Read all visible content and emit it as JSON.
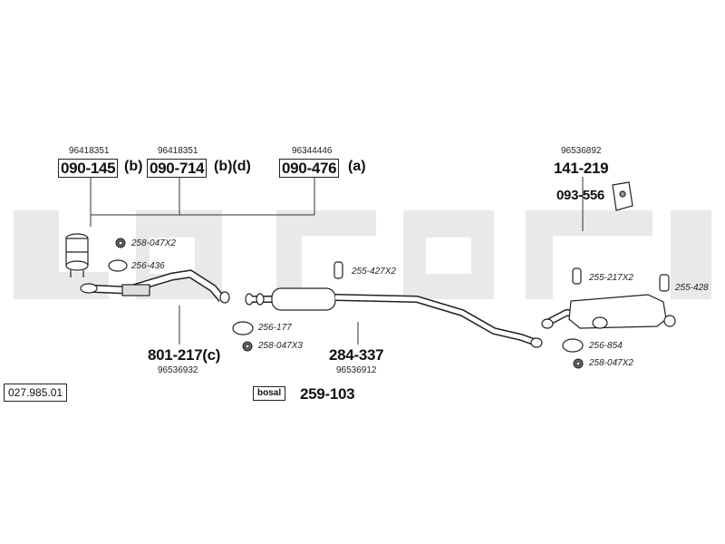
{
  "diagram_code": "027.985.01",
  "watermark": "bosal",
  "groups": {
    "cat1": {
      "oem": "96418351",
      "part": "090-145",
      "suffix": "(b)"
    },
    "cat2": {
      "oem": "96418351",
      "part": "090-714",
      "suffix": "(b)(d)"
    },
    "cat3": {
      "oem": "96344446",
      "part": "090-476",
      "suffix": "(a)"
    },
    "rear": {
      "oem": "96536892",
      "part": "141-219"
    },
    "bracket": {
      "part": "093-556"
    },
    "front_pipe": {
      "part": "801-217(c)",
      "oem": "96536932"
    },
    "middle": {
      "part": "284-337",
      "oem": "96536912"
    },
    "kit": {
      "part": "259-103",
      "logo": "bosal"
    }
  },
  "small_parts": {
    "nut1": "258-047X2",
    "gasket1": "256-436",
    "gasket2": "256-177",
    "nut2": "258-047X3",
    "clamp1": "255-427X2",
    "clamp2": "255-217X2",
    "clamp3": "255-428",
    "gasket3": "256-854",
    "nut3": "258-047X2"
  }
}
